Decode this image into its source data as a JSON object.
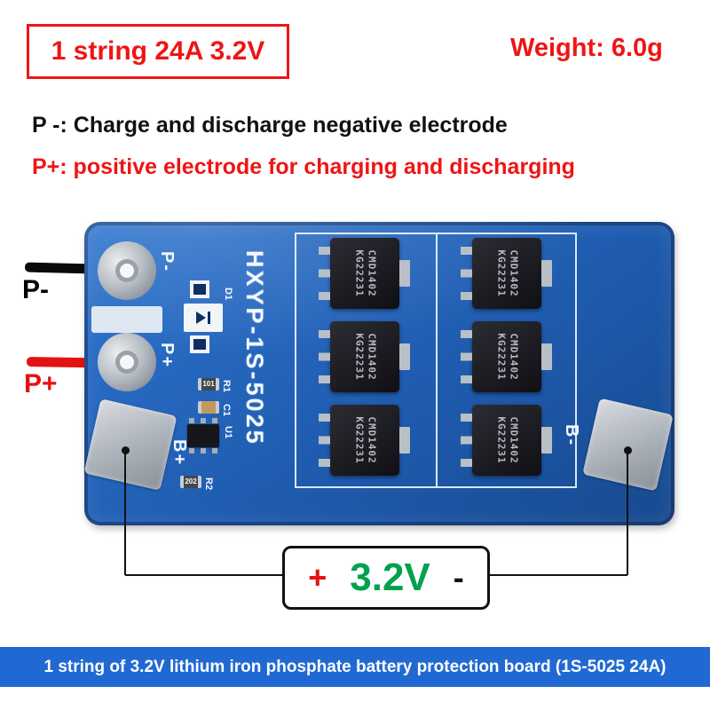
{
  "header": {
    "badge": "1 string 24A 3.2V",
    "weight": "Weight: 6.0g"
  },
  "description": {
    "negative": "P -: Charge and discharge negative electrode",
    "positive": "P+: positive electrode for charging and discharging"
  },
  "wires": {
    "p_minus_label": "P-",
    "p_plus_label": "P+"
  },
  "board": {
    "model": "HXYP-1S-5025",
    "silkscreen": {
      "p_minus": "P-",
      "p_plus": "P+",
      "b_plus": "B+",
      "b_minus": "B-",
      "d1": "D1",
      "r1": "R1",
      "c1": "C1",
      "u1": "U1",
      "r2": "R2",
      "r1_marking": "101",
      "r2_marking": "202"
    },
    "mosfet": {
      "line1": "CMD1402",
      "line2": "KG22231"
    }
  },
  "voltage_box": {
    "plus": "+",
    "value": "3.2V",
    "minus": "-"
  },
  "footer": "1 string of 3.2V lithium iron phosphate battery protection board (1S-5025 24A)",
  "colors": {
    "accent_red": "#ee1515",
    "value_green": "#00a24d",
    "board_blue": "#1f5cb0",
    "banner_blue": "#2169d2",
    "mosfet_black": "#17171d",
    "pad_silver": "#b9bfc6"
  }
}
